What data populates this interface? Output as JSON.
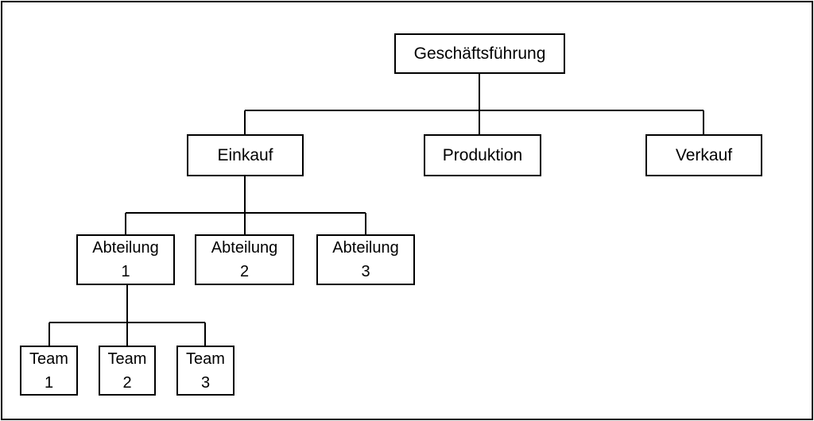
{
  "org_chart": {
    "root": {
      "label": "Geschäftsführung"
    },
    "departments": [
      {
        "label": "Einkauf"
      },
      {
        "label": "Produktion"
      },
      {
        "label": "Verkauf"
      }
    ],
    "divisions": [
      {
        "label": "Abteilung\n1"
      },
      {
        "label": "Abteilung\n2"
      },
      {
        "label": "Abteilung\n3"
      }
    ],
    "teams": [
      {
        "label": "Team\n1"
      },
      {
        "label": "Team\n2"
      },
      {
        "label": "Team\n3"
      }
    ]
  },
  "colors": {
    "line": "#000000",
    "box_border": "#000000",
    "background": "#ffffff"
  }
}
